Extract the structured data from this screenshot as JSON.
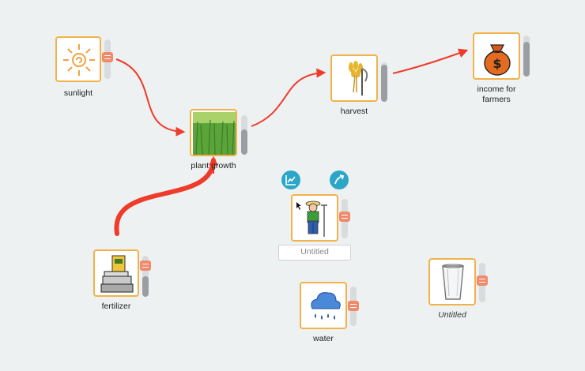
{
  "nodes": {
    "sunlight": {
      "label": "sunlight"
    },
    "plant_growth": {
      "label": "plant growth"
    },
    "harvest": {
      "label": "harvest"
    },
    "income": {
      "label": "income for farmers"
    },
    "fertilizer": {
      "label": "fertilizer"
    },
    "farmer": {
      "label": "Untitled"
    },
    "water": {
      "label": "water"
    },
    "glass": {
      "label": "Untitled"
    }
  },
  "sliders": {
    "sunlight": 0.0,
    "plant_growth": 0.65,
    "harvest": 0.95,
    "income": 0.85,
    "fertilizer": 0.5,
    "farmer": 0.0,
    "water": 0.0,
    "glass": 0.0
  },
  "colors": {
    "node_border": "#f2b24a",
    "link": "#ef3b2a",
    "tool_button": "#2aa6c7",
    "handle": "#f08a6a"
  },
  "tools": {
    "graph": "graph-icon",
    "link": "link-arrow-icon"
  }
}
